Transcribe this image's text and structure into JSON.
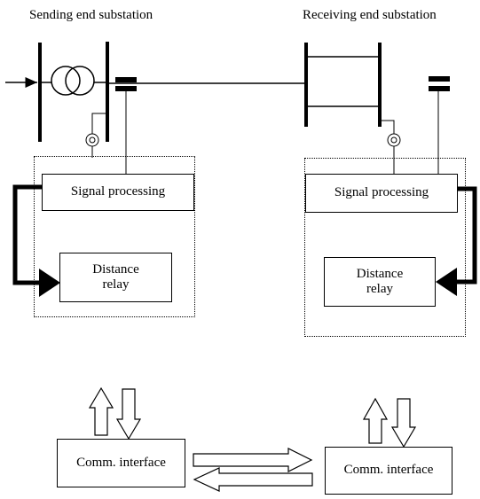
{
  "sending_end_label": "Sending end substation",
  "receiving_end_label": "Receiving end substation",
  "left_signal_processing": "Signal processing",
  "right_signal_processing": "Signal processing",
  "left_relay": {
    "line1": "Distance",
    "line2": "relay"
  },
  "right_relay": {
    "line1": "Distance",
    "line2": "relay"
  },
  "left_comm_interface": "Comm. interface",
  "right_comm_interface": "Comm. interface"
}
